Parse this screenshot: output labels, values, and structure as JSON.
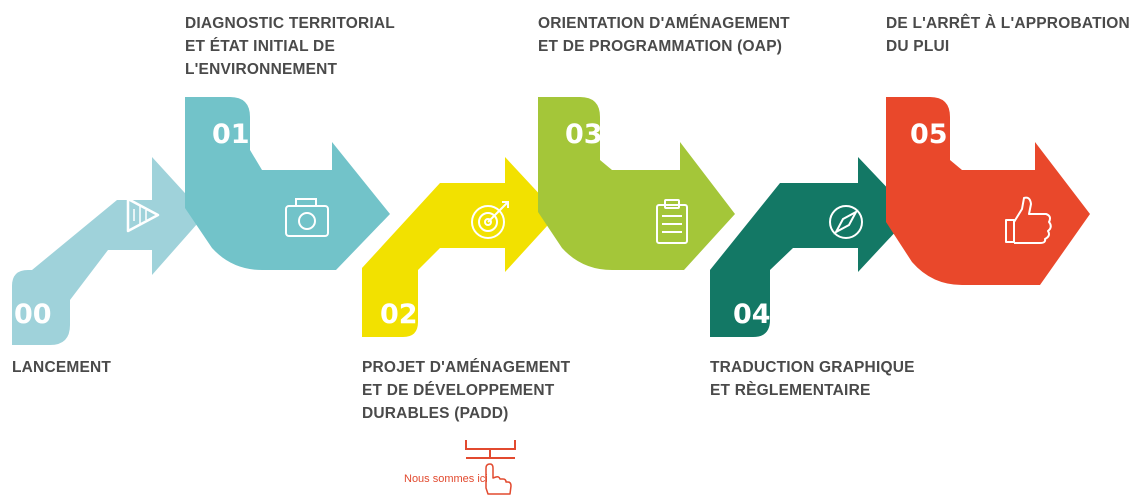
{
  "steps": [
    {
      "number": "00",
      "label_lines": [
        "LANCEMENT"
      ],
      "color": "#9fd2da",
      "icon": "play-icon"
    },
    {
      "number": "01",
      "label_lines": [
        "DIAGNOSTIC TERRITORIAL",
        "ET ÉTAT INITIAL DE",
        "L'ENVIRONNEMENT"
      ],
      "color": "#72c3c9",
      "icon": "camera-icon"
    },
    {
      "number": "02",
      "label_lines": [
        "PROJET D'AMÉNAGEMENT",
        "ET DE DÉVELOPPEMENT",
        "DURABLES (PADD)"
      ],
      "color": "#f2e100",
      "icon": "target-icon"
    },
    {
      "number": "03",
      "label_lines": [
        "ORIENTATION D'AMÉNAGEMENT",
        "ET DE PROGRAMMATION (OAP)"
      ],
      "color": "#a4c639",
      "icon": "clipboard-icon"
    },
    {
      "number": "04",
      "label_lines": [
        "TRADUCTION GRAPHIQUE",
        "ET RÈGLEMENTAIRE"
      ],
      "color": "#137865",
      "icon": "compass-icon"
    },
    {
      "number": "05",
      "label_lines": [
        "DE L'ARRÊT À L'APPROBATION",
        "DU PLUI"
      ],
      "color": "#e9482b",
      "icon": "thumbs-up-icon"
    }
  ],
  "marker": {
    "text": "Nous sommes ici",
    "color": "#e24a2f",
    "icon": "pointing-hand-icon"
  }
}
